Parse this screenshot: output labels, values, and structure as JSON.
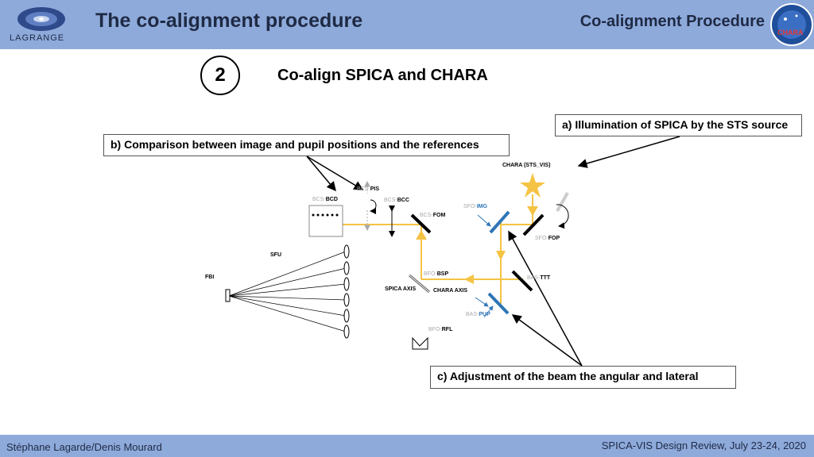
{
  "header": {
    "title": "The co-alignment procedure",
    "section": "Co-alignment Procedure",
    "logo_text": "LAGRANGE",
    "badge_text": "CHARA"
  },
  "step": {
    "number": "2",
    "title": "Co-align SPICA and CHARA"
  },
  "callouts": {
    "a": "a) Illumination of SPICA by the STS source",
    "b": "b) Comparison between image and pupil positions and the references",
    "c": "c) Adjustment of the beam the angular and lateral"
  },
  "labels": {
    "chara_sts": "CHARA (STS_VIS)",
    "pis_prefix": "BCS-",
    "pis": "PIS",
    "bcd_prefix": "BCS-",
    "bcd": "BCD",
    "bcc_prefix": "BCS-",
    "bcc": "BCC",
    "fom_prefix": "BCS-",
    "fom": "FOM",
    "img_prefix": "SFO-",
    "img": "IMG",
    "fop_prefix": "SFO-",
    "fop": "FOP",
    "sfu": "SFU",
    "fbi": "FBI",
    "bsp_prefix": "BFO-",
    "bsp": "BSP",
    "ttt_prefix": "BAS-",
    "ttt": "TTT",
    "spica_axis": "SPICA AXIS",
    "chara_axis": "CHARA AXIS",
    "pup_prefix": "BAS-",
    "pup": "PUP",
    "rfl_prefix": "BFO-",
    "rfl": "RFL"
  },
  "colors": {
    "header_bg": "#8eaadb",
    "beam": "#f5c344",
    "mirror_blue": "#2e75b6",
    "title_text": "#1f2a44"
  },
  "footer": {
    "left": "Stéphane Lagarde/Denis Mourard",
    "right": "SPICA-VIS Design Review, July 23-24, 2020"
  }
}
